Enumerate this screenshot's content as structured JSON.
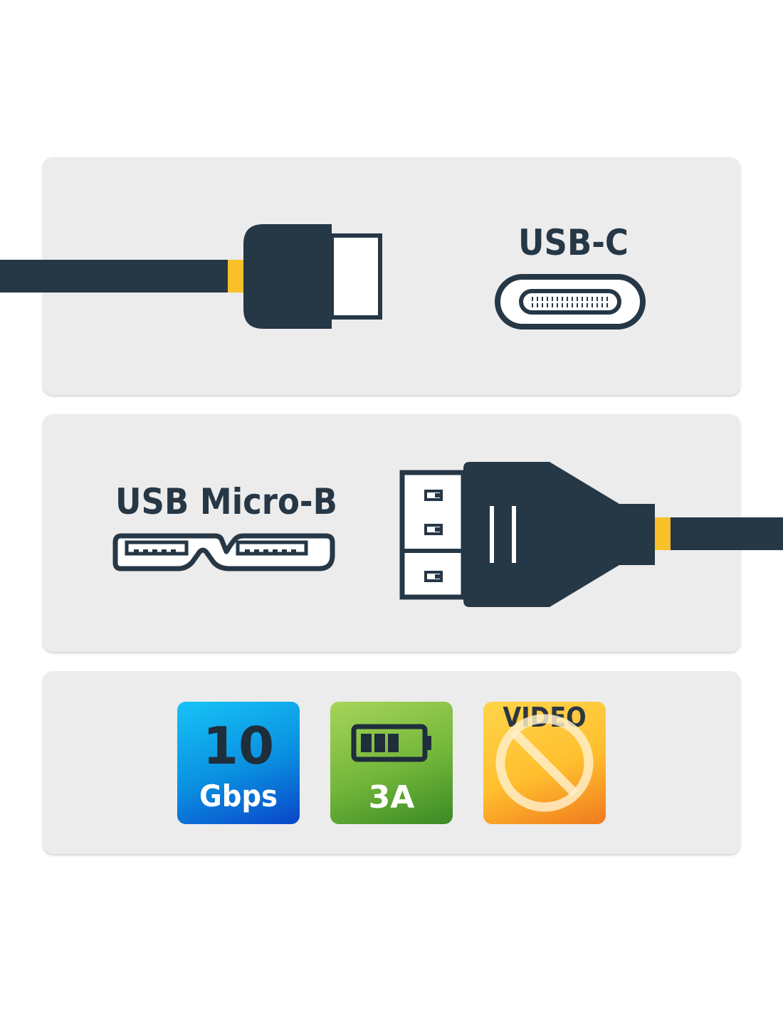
{
  "connectors": {
    "usb_c": {
      "label": "USB-C",
      "icon": "usb-c-port-icon"
    },
    "micro_b": {
      "label": "USB Micro-B",
      "icon": "usb-micro-b-port-icon"
    }
  },
  "features": {
    "speed": {
      "number": "10",
      "unit": "Gbps"
    },
    "power": {
      "value": "3A",
      "icon": "battery-icon"
    },
    "video": {
      "word": "VIDEO",
      "icon": "no-video-icon"
    }
  },
  "colors": {
    "cable": "#263746",
    "accent_yellow": "#f8c12a",
    "panel": "#ececec",
    "speed_badge": "#0a8fe0",
    "power_badge": "#72b63a",
    "video_badge": "#ffbf2e"
  }
}
